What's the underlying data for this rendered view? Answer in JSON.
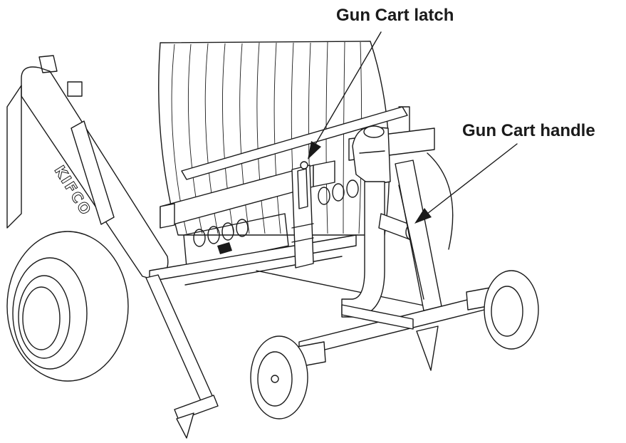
{
  "figure": {
    "callouts": {
      "latch": "Gun Cart latch",
      "handle": "Gun Cart handle"
    },
    "logo_text": "KIFCO",
    "colors": {
      "line": "#1a1a1a",
      "background": "#ffffff"
    }
  }
}
